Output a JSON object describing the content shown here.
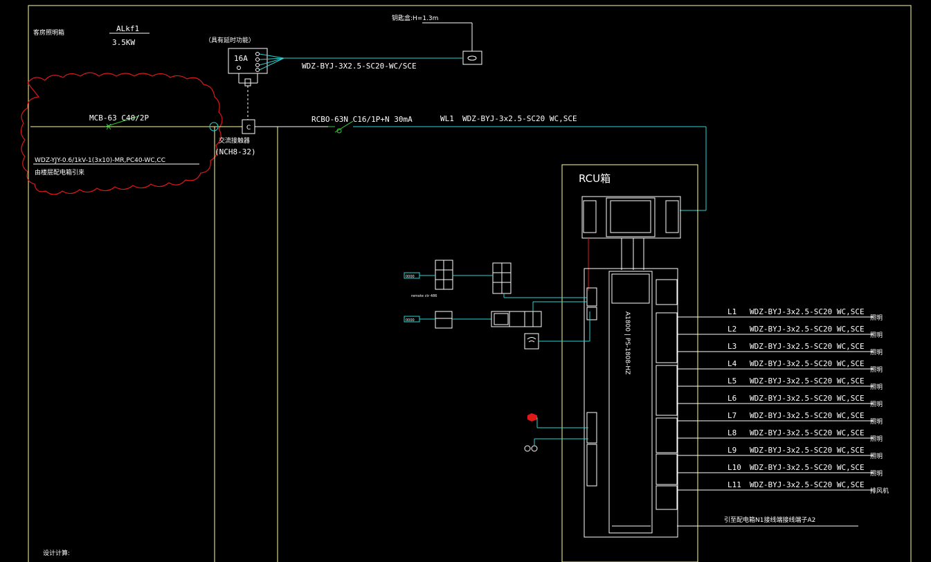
{
  "title_left": "客房照明箱",
  "panel": {
    "name": "ALkf1",
    "power": "3.5KW"
  },
  "relay_note": "（具有延时功能）",
  "relay_rating": "16A",
  "key_box": "钥匙盒:H=1.3m",
  "key_cable": "WDZ-BYJ-3X2.5-SC20-WC/SCE",
  "mcb": "MCB-63 C40/2P",
  "feeder_cable": "WDZ-YJY-0.6/1kV-1(3x10)-MR,PC40-WC,CC",
  "feeder_source": "由楼层配电箱引来",
  "contactor_label": "C",
  "contactor_name": "交流接触器",
  "contactor_model": "(NCH8-32)",
  "rcbo": "RCBO-63N C16/1P+N 30mA",
  "wl1": {
    "id": "WL1",
    "cable": "WDZ-BYJ-3x2.5-SC20 WC,SCE"
  },
  "rcu_title": "RCU箱",
  "rcu_model": "A1800 | PS-1808-HZ",
  "small_labels": {
    "tag1": "0000",
    "tag2": "0000",
    "remote": "remote ctr 486"
  },
  "circuits": [
    {
      "id": "L1",
      "cable": "WDZ-BYJ-3x2.5-SC20 WC,SCE",
      "load": "照明"
    },
    {
      "id": "L2",
      "cable": "WDZ-BYJ-3x2.5-SC20 WC,SCE",
      "load": "照明"
    },
    {
      "id": "L3",
      "cable": "WDZ-BYJ-3x2.5-SC20 WC,SCE",
      "load": "照明"
    },
    {
      "id": "L4",
      "cable": "WDZ-BYJ-3x2.5-SC20 WC,SCE",
      "load": "照明"
    },
    {
      "id": "L5",
      "cable": "WDZ-BYJ-3x2.5-SC20 WC,SCE",
      "load": "照明"
    },
    {
      "id": "L6",
      "cable": "WDZ-BYJ-3x2.5-SC20 WC,SCE",
      "load": "照明"
    },
    {
      "id": "L7",
      "cable": "WDZ-BYJ-3x2.5-SC20 WC,SCE",
      "load": "照明"
    },
    {
      "id": "L8",
      "cable": "WDZ-BYJ-3x2.5-SC20 WC,SCE",
      "load": "照明"
    },
    {
      "id": "L9",
      "cable": "WDZ-BYJ-3x2.5-SC20 WC,SCE",
      "load": "照明"
    },
    {
      "id": "L10",
      "cable": "WDZ-BYJ-3x2.5-SC20 WC,SCE",
      "load": "照明"
    },
    {
      "id": "L11",
      "cable": "WDZ-BYJ-3x2.5-SC20 WC,SCE",
      "load": "排风机"
    }
  ],
  "bottom_note": "引至配电箱N1接线端接线端子A2",
  "design_calc": "设计计算:",
  "colors": {
    "line": "#ffffff",
    "frame": "#ffff99",
    "cyan": "#29d6d6",
    "green": "#33cc33",
    "red": "#ff2020"
  }
}
